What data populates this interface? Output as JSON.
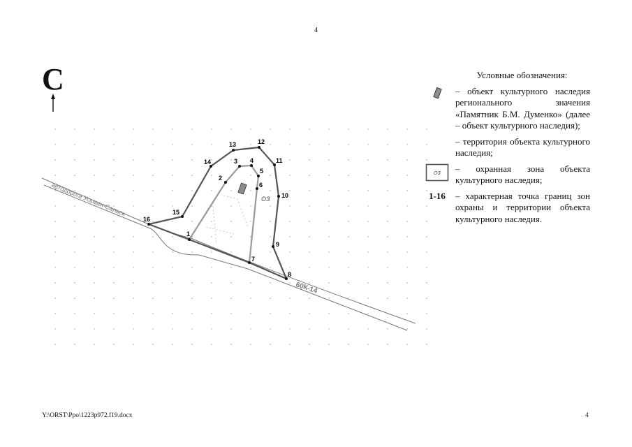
{
  "header": {
    "page_number": "4"
  },
  "footer": {
    "path": "Y:\\ORST\\Ppo\\1223p972.f19.docx",
    "page_number": "4"
  },
  "north_arrow": {
    "letter": "С",
    "icon": "north-arrow-icon"
  },
  "map": {
    "road_name": "автодорога Усьман-Сальск",
    "road_code": "60К-14",
    "zone_label": "ОЗ",
    "protection_zone_points": [
      {
        "label": "8"
      },
      {
        "label": "9"
      },
      {
        "label": "10"
      },
      {
        "label": "11"
      },
      {
        "label": "12"
      },
      {
        "label": "13"
      },
      {
        "label": "14"
      },
      {
        "label": "15"
      },
      {
        "label": "16"
      }
    ],
    "territory_points": [
      {
        "label": "1"
      },
      {
        "label": "2"
      },
      {
        "label": "3"
      },
      {
        "label": "4"
      },
      {
        "label": "5"
      },
      {
        "label": "6"
      },
      {
        "label": "7"
      }
    ],
    "colors": {
      "zone_line": "#555555",
      "territory_line": "#9a9a9a",
      "object_fill": "#8c8c8c"
    }
  },
  "legend": {
    "title": "Условные обозначения:",
    "items": [
      {
        "symbol": "object-icon",
        "text": "– объект культурного наследия регионального значения «Памятник Б.М. Думенко» (далее – объект культурного наследия);"
      },
      {
        "symbol": "territory-line",
        "text": "– территория объекта культурного наследия;"
      },
      {
        "symbol": "zone-icon",
        "symbol_text": "ОЗ",
        "text": "– охранная зона объекта культурного наследия;"
      },
      {
        "symbol": "text",
        "symbol_text": "1-16",
        "text": "– характерная точка границ зон охраны и территории объекта культурного наследия."
      }
    ]
  }
}
